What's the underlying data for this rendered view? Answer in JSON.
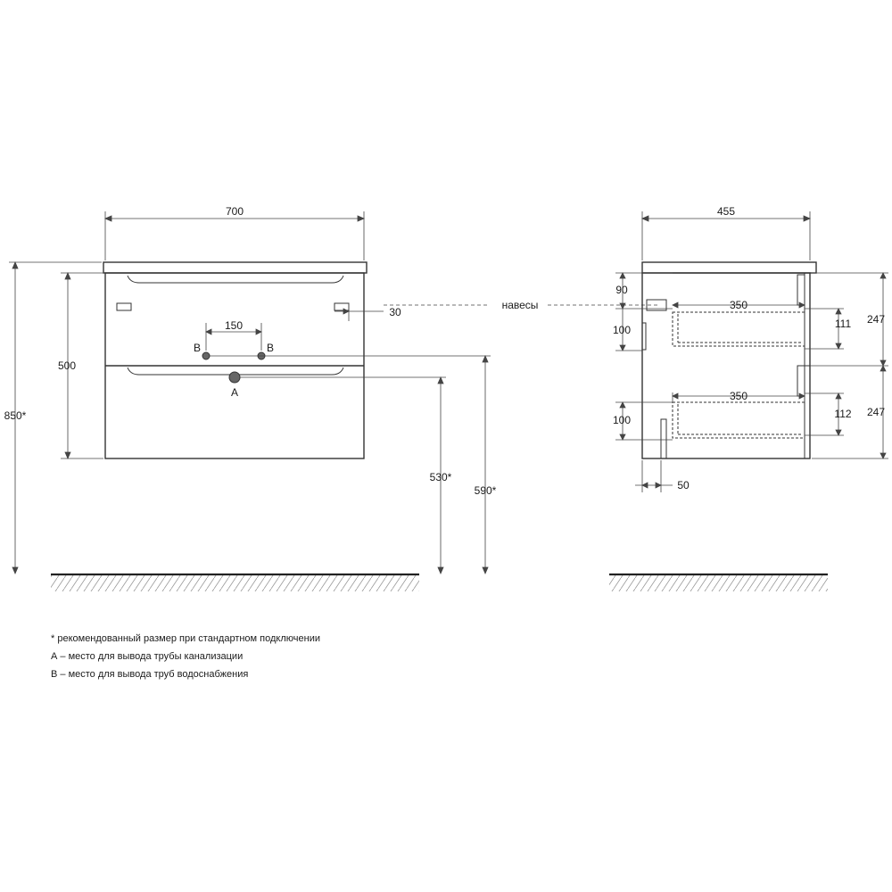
{
  "front_view": {
    "width": "700",
    "front_height": "500",
    "total_height": "850*",
    "pipe_spacing": "150",
    "offset": "30",
    "label_b_left": "B",
    "label_b_right": "B",
    "label_a": "A",
    "height_a": "530*",
    "height_b": "590*"
  },
  "side_view": {
    "depth": "455",
    "hinges_label": "навесы",
    "top_gap": "90",
    "top_drawer_depth": "350",
    "top_drawer_height": "111",
    "top_drawer_gap": "100",
    "top_section": "247",
    "bottom_drawer_depth": "350",
    "bottom_drawer_height": "112",
    "bottom_drawer_gap": "100",
    "bottom_section": "247",
    "rear_offset": "50"
  },
  "notes": {
    "recommended": "* рекомендованный размер при стандартном подключении",
    "a_note": "А – место для вывода трубы канализации",
    "b_note": "В – место для вывода труб водоснабжения"
  }
}
